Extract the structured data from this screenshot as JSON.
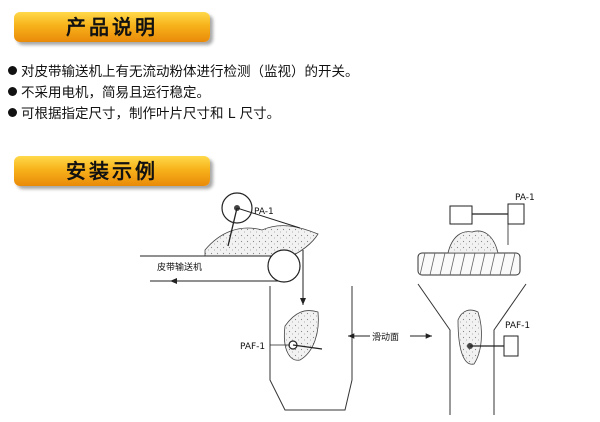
{
  "section1": {
    "title": "产品说明"
  },
  "bullets": [
    "对皮带输送机上有无流动粉体进行检测（监视）的开关。",
    "不采用电机，简易且运行稳定。",
    "可根据指定尺寸，制作叶片尺寸和 L 尺寸。"
  ],
  "section2": {
    "title": "安装示例"
  },
  "diagram": {
    "label_pa1_left": "PA-1",
    "label_conveyor": "皮带输送机",
    "label_paf1_left": "PAF-1",
    "label_slide": "滑动面",
    "label_pa1_right": "PA-1",
    "label_paf1_right": "PAF-1"
  }
}
